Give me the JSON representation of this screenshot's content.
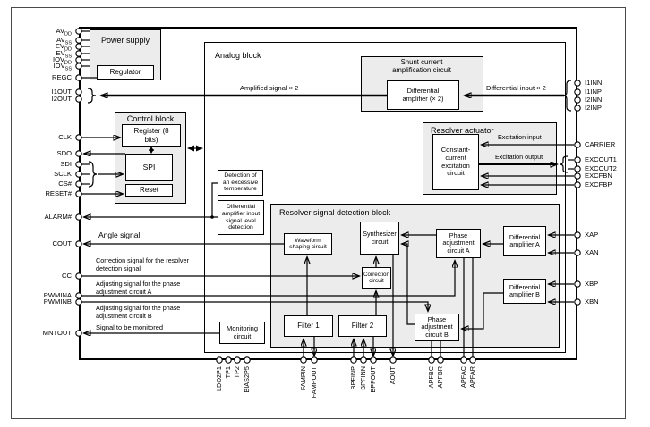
{
  "blocks": {
    "analog": "Analog block",
    "power_supply": "Power supply",
    "regulator": "Regulator",
    "control": "Control block",
    "register": "Register (8 bits)",
    "spi": "SPI",
    "reset": "Reset",
    "shunt": "Shunt current amplification circuit",
    "diff_amp_x2": "Differential amplifier (× 2)",
    "resolver_actuator": "Resolver actuator",
    "const_current": "Constant-current excitation circuit",
    "temp_detect": "Detection of an excessive temperature",
    "diff_input_detect": "Differential amplifier input signal level detection",
    "detection": "Resolver signal detection block",
    "waveform": "Waveform shaping circuit",
    "synthesizer": "Synthesizer circuit",
    "correction": "Correction circuit",
    "phase_a": "Phase adjustment circuit A",
    "diff_amp_a": "Differential amplifier A",
    "diff_amp_b": "Differential amplifier B",
    "phase_b": "Phase adjustment circuit B",
    "filter1": "Filter 1",
    "filter2": "Filter 2",
    "monitoring": "Monitoring circuit"
  },
  "signals": {
    "amplified": "Amplified signal × 2",
    "diff_input": "Differential input × 2",
    "exc_in": "Excitation input",
    "exc_out": "Excitation output",
    "angle": "Angle signal",
    "correction": "Correction signal for the resolver detection signal",
    "adjust_a": "Adjusting signal for the phase adjustment circuit A",
    "adjust_b": "Adjusting signal for the phase adjustment circuit B",
    "monitored": "Signal to be monitored"
  },
  "pins": {
    "left": [
      {
        "base": "AV",
        "sub": "DD"
      },
      {
        "base": "AV",
        "sub": "SS"
      },
      {
        "base": "EV",
        "sub": "DD"
      },
      {
        "base": "EV",
        "sub": "SS"
      },
      {
        "base": "IOV",
        "sub": "DD"
      },
      {
        "base": "IOV",
        "sub": "SS"
      },
      {
        "base": "REGC"
      },
      {
        "base": "I1OUT"
      },
      {
        "base": "I2OUT"
      },
      {
        "base": "CLK"
      },
      {
        "base": "SDO"
      },
      {
        "base": "SDI"
      },
      {
        "base": "SCLK"
      },
      {
        "base": "CS#"
      },
      {
        "base": "RESET#"
      },
      {
        "base": "ALARM#"
      },
      {
        "base": "COUT"
      },
      {
        "base": "CC"
      },
      {
        "base": "PWMINA"
      },
      {
        "base": "PWMINB"
      },
      {
        "base": "MNTOUT"
      }
    ],
    "right": [
      "I1INN",
      "I1INP",
      "I2INN",
      "I2INP",
      "CARRIER",
      "EXCOUT1",
      "EXCOUT2",
      "EXCFBN",
      "EXCFBP",
      "XAP",
      "XAN",
      "XBP",
      "XBN"
    ],
    "bottom": [
      "LDO2P1",
      "TP1",
      "TP2",
      "BIAS2P5",
      "FAMPIN",
      "FAMPOUT",
      "BPFINP",
      "BPFINN",
      "BPFOUT",
      "AOUT",
      "APFBC",
      "APFBR",
      "APFAC",
      "APFAR"
    ]
  },
  "colors": {
    "block_fill": "#ececec",
    "line": "#000000",
    "background": "#ffffff"
  }
}
